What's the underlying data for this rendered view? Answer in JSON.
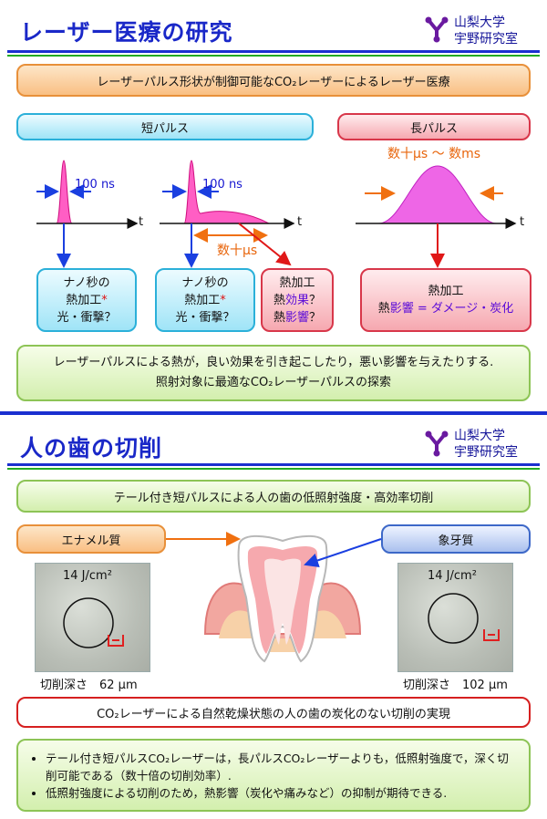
{
  "section1": {
    "title": "レーザー医療の研究",
    "lab_line1": "山梨大学",
    "lab_line2": "宇野研究室",
    "banner": "レーザーパルス形状が制御可能なCO₂レーザーによるレーザー医療",
    "short_pulse_label": "短パルス",
    "long_pulse_label": "長パルス",
    "axis_t": "t",
    "width_100ns": "100 ns",
    "tail_label": "数十μs",
    "long_width_label": "数十μs 〜 数ms",
    "box_short1": {
      "line1": "ナノ秒の",
      "line2": "熱加工",
      "star": "*",
      "line3": "光・衝撃？"
    },
    "box_short2": {
      "line1": "ナノ秒の",
      "line2": "熱加工",
      "star": "*",
      "line3": "光・衝撃？"
    },
    "box_tail": {
      "line1": "熱加工",
      "line2a": "熱",
      "line2b": "効果",
      "line2c": "？",
      "line3a": "熱",
      "line3b": "影響",
      "line3c": "？"
    },
    "box_long": {
      "line1": "熱加工",
      "line2a": "熱",
      "line2b": "影響 = ダメージ・炭化"
    },
    "summary_line1": "レーザーパルスによる熱が，良い効果を引き起こしたり，悪い影響を与えたりする.",
    "summary_line2": "照射対象に最適なCO₂レーザーパルスの探索"
  },
  "section2": {
    "title": "人の歯の切削",
    "lab_line1": "山梨大学",
    "lab_line2": "宇野研究室",
    "banner": "テール付き短パルスによる人の歯の低照射強度・高効率切削",
    "enamel_label": "エナメル質",
    "dentin_label": "象牙質",
    "fluence_left": "14 J/cm²",
    "fluence_right": "14 J/cm²",
    "depth_left": "切削深さ　62 μm",
    "depth_right": "切削深さ　102 μm",
    "result": "CO₂レーザーによる自然乾燥状態の人の歯の炭化のない切削の実現",
    "bullet1": "テール付き短パルスCO₂レーザーは，長パルスCO₂レーザーよりも，低照射強度で，深く切削可能である（数十倍の切削効率）.",
    "bullet2": "低照射強度による切削のため，熱影響（炭化や痛みなど）の抑制が期待できる."
  },
  "colors": {
    "title_blue": "#1a28c8",
    "pulse_fill": "#ff5ec4",
    "arrow_blue": "#1a3fe0",
    "arrow_orange": "#f07010",
    "arrow_red": "#e01818"
  }
}
